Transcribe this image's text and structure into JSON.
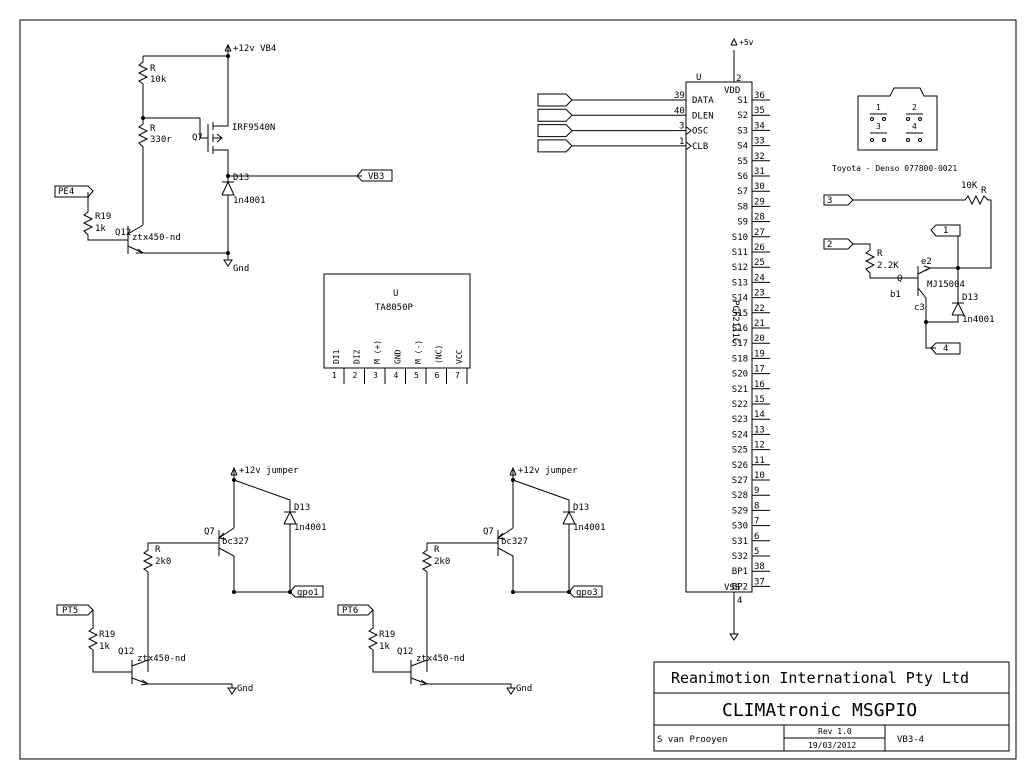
{
  "power": {
    "vb4": "+12v VB4",
    "v5": "+5v",
    "jumper": "+12v jumper",
    "gnd": "Gnd"
  },
  "circuit_top_left": {
    "r1_ref": "R",
    "r1_val": "10k",
    "r2_ref": "R",
    "r2_val": "330r",
    "q7_ref": "Q7",
    "q7_part": "IRF9540N",
    "d13_ref": "D13",
    "d13_part": "1n4001",
    "out_port": "VB3",
    "in_port": "PE4",
    "r19_ref": "R19",
    "r19_val": "1k",
    "q12_ref": "Q12",
    "q12_part": "ztx450-nd"
  },
  "ta8050": {
    "ref": "U",
    "part": "TA8050P",
    "pins": [
      {
        "num": "1",
        "name": "DI1"
      },
      {
        "num": "2",
        "name": "DI2"
      },
      {
        "num": "3",
        "name": "M (+)"
      },
      {
        "num": "4",
        "name": "GND"
      },
      {
        "num": "5",
        "name": "M (-)"
      },
      {
        "num": "6",
        "name": "(NC)"
      },
      {
        "num": "7",
        "name": "VCC"
      }
    ]
  },
  "pcf2111c": {
    "ref": "U",
    "part": "PCF2111C",
    "vdd": "VDD",
    "vdd_pin": "2",
    "vss": "VSS",
    "vss_pin": "4",
    "left_pins": [
      {
        "num": "39",
        "name": "DATA"
      },
      {
        "num": "40",
        "name": "DLEN"
      },
      {
        "num": "3",
        "name": "OSC"
      },
      {
        "num": "1",
        "name": "CLB"
      }
    ],
    "right_pins": [
      {
        "name": "S1",
        "num": "36"
      },
      {
        "name": "S2",
        "num": "35"
      },
      {
        "name": "S3",
        "num": "34"
      },
      {
        "name": "S4",
        "num": "33"
      },
      {
        "name": "S5",
        "num": "32"
      },
      {
        "name": "S6",
        "num": "31"
      },
      {
        "name": "S7",
        "num": "30"
      },
      {
        "name": "S8",
        "num": "29"
      },
      {
        "name": "S9",
        "num": "28"
      },
      {
        "name": "S10",
        "num": "27"
      },
      {
        "name": "S11",
        "num": "26"
      },
      {
        "name": "S12",
        "num": "25"
      },
      {
        "name": "S13",
        "num": "24"
      },
      {
        "name": "S14",
        "num": "23"
      },
      {
        "name": "S15",
        "num": "22"
      },
      {
        "name": "S16",
        "num": "21"
      },
      {
        "name": "S17",
        "num": "20"
      },
      {
        "name": "S18",
        "num": "19"
      },
      {
        "name": "S20",
        "num": "17"
      },
      {
        "name": "S21",
        "num": "16"
      },
      {
        "name": "S22",
        "num": "15"
      },
      {
        "name": "S23",
        "num": "14"
      },
      {
        "name": "S24",
        "num": "13"
      },
      {
        "name": "S25",
        "num": "12"
      },
      {
        "name": "S26",
        "num": "11"
      },
      {
        "name": "S27",
        "num": "10"
      },
      {
        "name": "S28",
        "num": "9"
      },
      {
        "name": "S29",
        "num": "8"
      },
      {
        "name": "S30",
        "num": "7"
      },
      {
        "name": "S31",
        "num": "6"
      },
      {
        "name": "S32",
        "num": "5"
      },
      {
        "name": "BP1",
        "num": "38"
      },
      {
        "name": "BP2",
        "num": "37"
      }
    ]
  },
  "connector": {
    "label": "Toyota - Denso 077800-0021",
    "pins": [
      "1",
      "2",
      "3",
      "4"
    ]
  },
  "circuit_right": {
    "port3": "3",
    "port2": "2",
    "port1": "1",
    "port4": "4",
    "r10k_val": "10K",
    "r10k_ref": "R",
    "r22k_ref": "R",
    "r22k_val": "2.2K",
    "q_ref": "Q",
    "q_part": "MJ15004",
    "e": "e2",
    "b": "b1",
    "c": "c3",
    "d_ref": "D13",
    "d_part": "1n4001"
  },
  "circuit_bottom_1": {
    "q7_ref": "Q7",
    "q7_part": "bc327",
    "d_ref": "D13",
    "d_part": "1n4001",
    "r_ref": "R",
    "r_val": "2k0",
    "out_port": "gpo1",
    "in_port": "PT5",
    "r19_ref": "R19",
    "r19_val": "1k",
    "q12_ref": "Q12",
    "q12_part": "ztx450-nd"
  },
  "circuit_bottom_2": {
    "q7_ref": "Q7",
    "q7_part": "bc327",
    "d_ref": "D13",
    "d_part": "1n4001",
    "r_ref": "R",
    "r_val": "2k0",
    "out_port": "gpo3",
    "in_port": "PT6",
    "r19_ref": "R19",
    "r19_val": "1k",
    "q12_ref": "Q12",
    "q12_part": "ztx450-nd"
  },
  "title_block": {
    "company": "Reanimotion International Pty Ltd",
    "title": "CLIMAtronic MSGPIO",
    "author": "S van Prooyen",
    "rev": "Rev 1.0",
    "date": "19/03/2012",
    "sheet": "VB3-4"
  }
}
